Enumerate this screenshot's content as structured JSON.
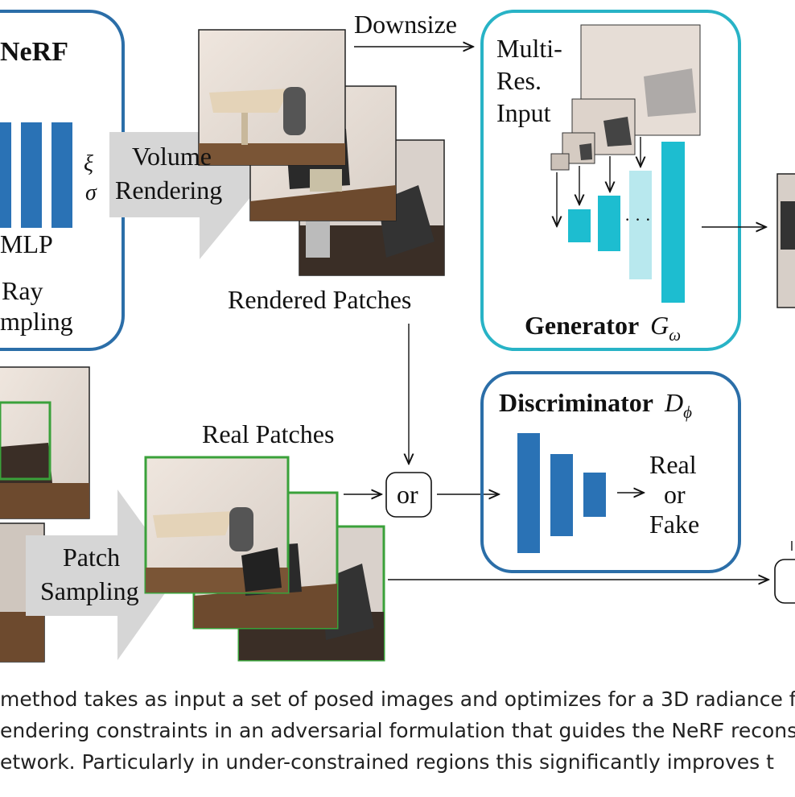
{
  "nerf_box": {
    "title": "NeRF",
    "mlp_label": "MLP",
    "ray_line1": "Ray",
    "ray_line2": "mpling",
    "xi": "ξ",
    "sigma": "σ"
  },
  "volume_rendering": {
    "line1": "Volume",
    "line2": "Rendering"
  },
  "downsize_label": "Downsize",
  "rendered_patches_label": "Rendered Patches",
  "generator": {
    "multi_line1": "Multi-",
    "multi_line2": "Res.",
    "multi_line3": "Input",
    "dots": "· · ·",
    "title": "Generator",
    "symbol": "G",
    "subscript": "ω"
  },
  "discriminator": {
    "title": "Discriminator",
    "symbol": "D",
    "subscript": "ϕ",
    "out_line1": "Real",
    "out_line2": "or",
    "out_line3": "Fake"
  },
  "real_patches_label": "Real Patches",
  "or_label": "or",
  "patch_sampling": {
    "line1": "Patch",
    "line2": "Sampling"
  },
  "caption": [
    "method takes as input a set of posed images and optimizes for a 3D radiance f",
    "endering constraints in an adversarial formulation that guides the NeRF recons",
    "etwork. Particularly in under-constrained regions this significantly improves t"
  ],
  "colors": {
    "nerf_blue": "#2b6ea8",
    "bar_blue": "#2a72b5",
    "teal": "#28b3c6",
    "teal_bar": "#1dbdd0",
    "teal_light": "#b8e8ee",
    "green": "#3aa13a"
  }
}
